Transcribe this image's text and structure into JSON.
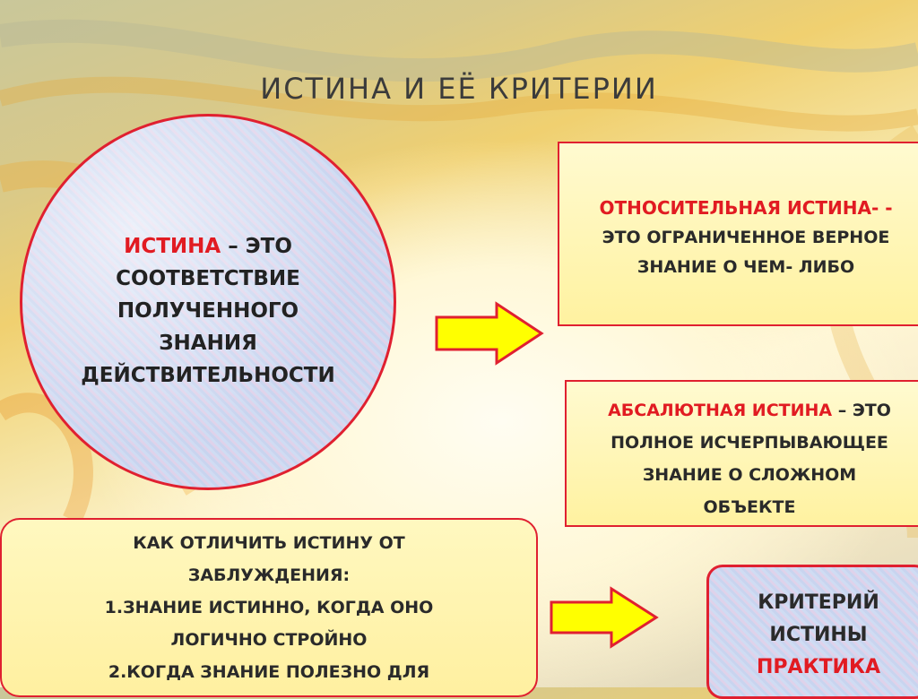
{
  "title": "ИСТИНА  И ЕЁ  КРИТЕРИИ",
  "circle": {
    "term": "ИСТИНА",
    "lines": [
      "– ЭТО",
      "СООТВЕТСТВИЕ",
      "ПОЛУЧЕННОГО",
      "ЗНАНИЯ",
      "ДЕЙСТВИТЕЛЬНОСТИ"
    ]
  },
  "relative": {
    "term": "ОТНОСИТЕЛЬНАЯ  ИСТИНА- -",
    "line1": "ЭТО ОГРАНИЧЕННОЕ ВЕРНОЕ",
    "line2": "ЗНАНИЕ О ЧЕМ- ЛИБО"
  },
  "absolute": {
    "term": "АБСАЛЮТНАЯ ИСТИНА",
    "suffix": " – ЭТО",
    "line1": "ПОЛНОЕ ИСЧЕРПЫВАЮЩЕЕ",
    "line2": "ЗНАНИЕ О СЛОЖНОМ",
    "line3": "ОБЪЕКТЕ"
  },
  "distinguish": {
    "line1": "КАК ОТЛИЧИТЬ ИСТИНУ ОТ",
    "line2": "ЗАБЛУЖДЕНИЯ:",
    "line3": "1.ЗНАНИЕ ИСТИННО, КОГДА ОНО",
    "line4": "ЛОГИЧНО СТРОЙНО",
    "line5": "2.КОГДА ЗНАНИЕ ПОЛЕЗНО ДЛЯ"
  },
  "criterion": {
    "line1": "КРИТЕРИЙ",
    "line2": "ИСТИНЫ",
    "line3": "ПРАКТИКА"
  },
  "colors": {
    "accent_red": "#e11b22",
    "arrow_fill": "#ffff00",
    "arrow_stroke": "#e02030"
  }
}
